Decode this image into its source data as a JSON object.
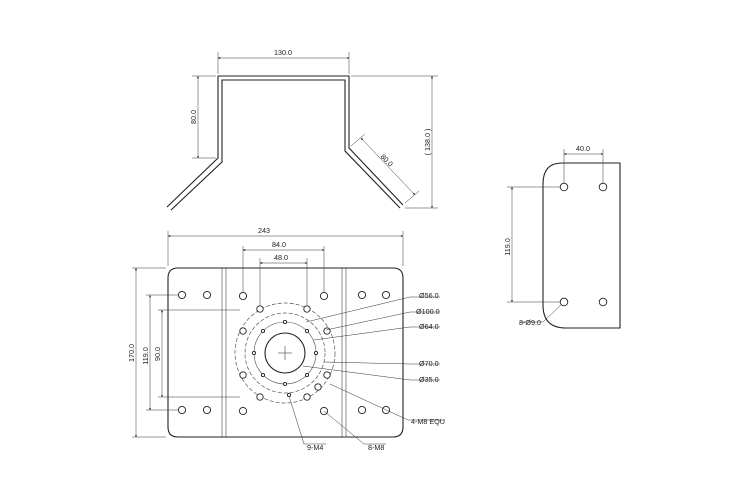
{
  "top_view": {
    "width_label": "130.0",
    "height_label": "80.0",
    "flange_label": "80.0",
    "overall_label": "( 138.0 )"
  },
  "plate": {
    "width_label": "243",
    "span84_label": "84.0",
    "span48_label": "48.0",
    "height_label": "170.0",
    "span119_label": "119.0",
    "span90_label": "90.0"
  },
  "callouts": {
    "d56": "Ø56.0",
    "d100": "Ø100.0",
    "d64": "Ø64.0",
    "d70": "Ø70.0",
    "d35": "Ø35.0",
    "m8equ": "4-M8 EQU",
    "m4": "9-M4",
    "m8": "8-M8"
  },
  "side_view": {
    "width_label": "40.0",
    "height_label": "119.0",
    "holes_label": "8-Ø9.0"
  }
}
